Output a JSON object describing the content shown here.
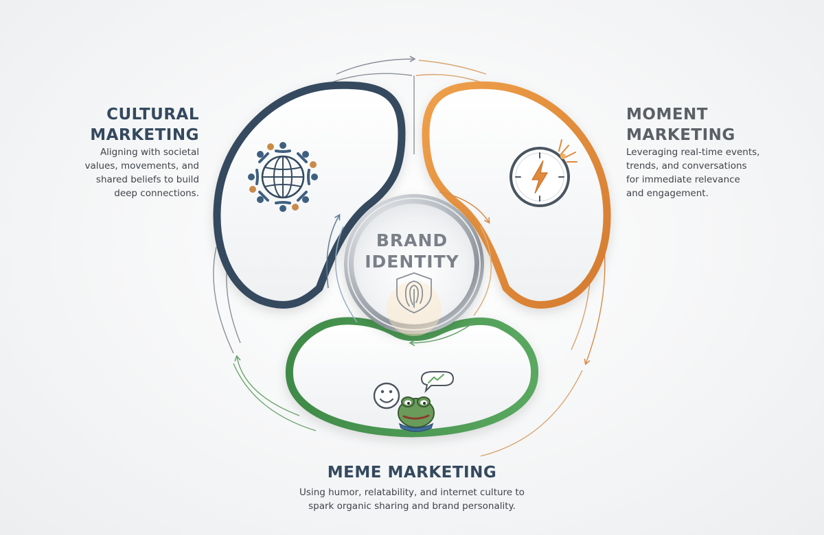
{
  "center": {
    "title_lines": [
      "BRAND",
      "IDENTITY"
    ],
    "icon": "shield-fingerprint-icon"
  },
  "segments": [
    {
      "id": "cultural",
      "title_lines": [
        "CULTURAL",
        "MARKETING"
      ],
      "description_lines": [
        "Aligning with societal",
        "values, movements, and",
        "shared beliefs to build",
        "deep connections."
      ],
      "icon": "people-around-globe-icon",
      "color": "#34495e"
    },
    {
      "id": "moment",
      "title_lines": [
        "MOMENT",
        "MARKETING"
      ],
      "description_lines": [
        "Leveraging real-time events,",
        "trends, and conversations",
        "for immediate relevance",
        "and engagement."
      ],
      "icon": "clock-lightning-icon",
      "color": "#e08a3c"
    },
    {
      "id": "meme",
      "title_lines": [
        "MEME MARKETING"
      ],
      "description_lines": [
        "Using humor, relatability, and internet culture to",
        "spark organic sharing and brand personality."
      ],
      "icon": "smiley-frog-meme-icon",
      "color": "#4f9a55"
    }
  ],
  "colors": {
    "cultural": "#34495e",
    "moment": "#e08a3c",
    "meme": "#4f9a55",
    "center_ring": "#9aa0a6",
    "text": "#3f4348"
  }
}
